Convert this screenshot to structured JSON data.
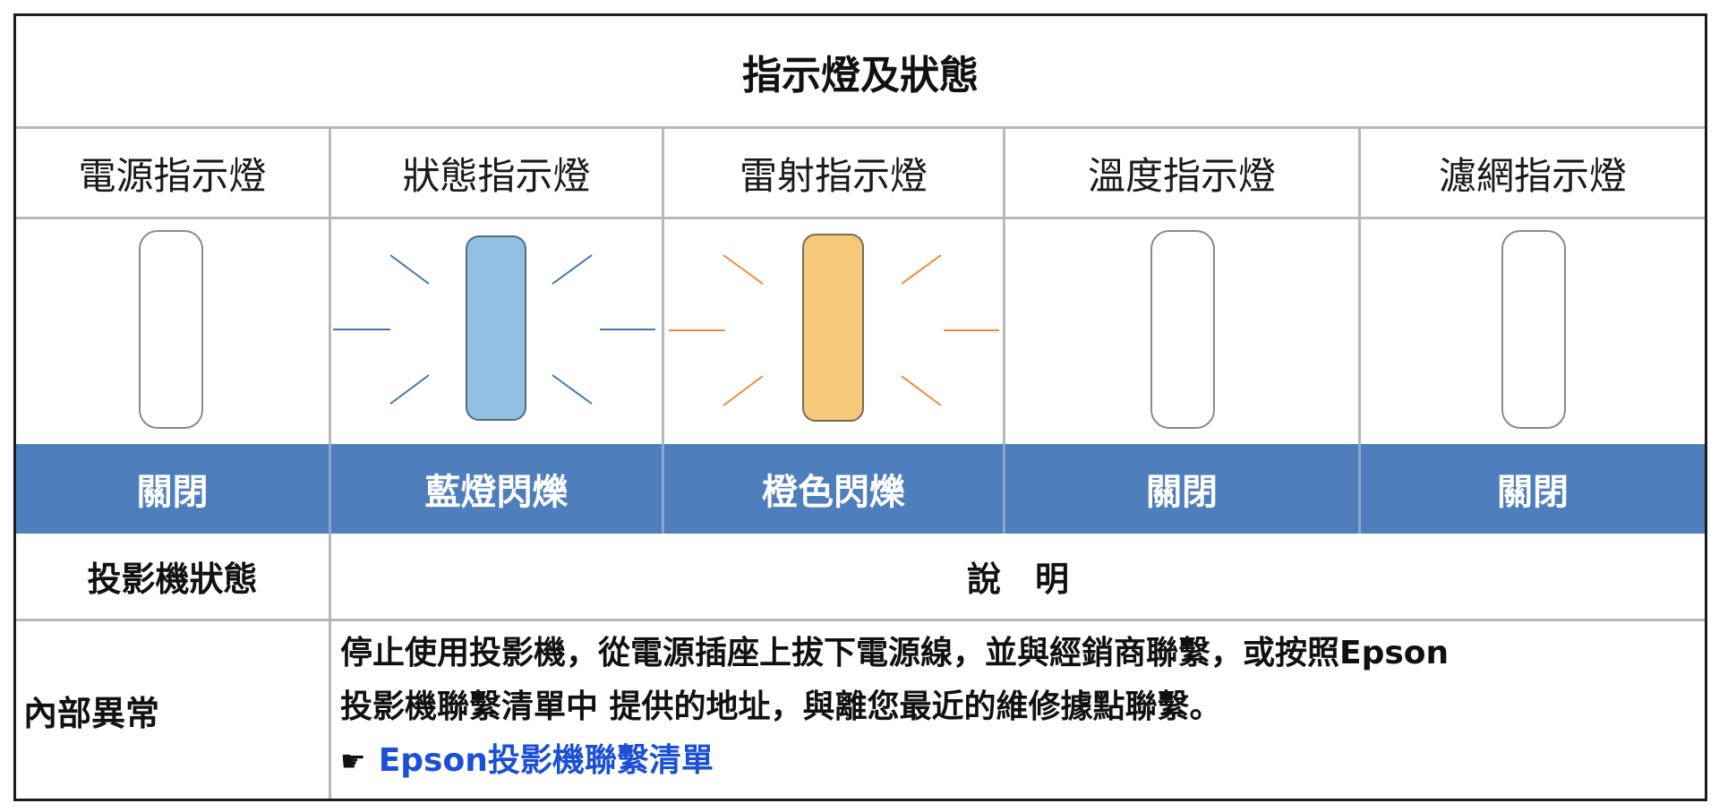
{
  "title": "指示燈及狀態",
  "indicators": [
    {
      "name": "電源指示燈",
      "status": "關閉",
      "lamp_color": "none",
      "blinking": false
    },
    {
      "name": "狀態指示燈",
      "status": "藍燈閃爍",
      "lamp_color": "#8fc1e3",
      "ray_color": "#3f75b4",
      "blinking": true
    },
    {
      "name": "雷射指示燈",
      "status": "橙色閃爍",
      "lamp_color": "#f6c87a",
      "ray_color": "#ef8a3c",
      "blinking": true
    },
    {
      "name": "溫度指示燈",
      "status": "關閉",
      "lamp_color": "none",
      "blinking": false
    },
    {
      "name": "濾網指示燈",
      "status": "關閉",
      "lamp_color": "none",
      "blinking": false
    }
  ],
  "status_bar_color": "#4e7fbc",
  "table_header": {
    "col1": "投影機狀態",
    "col2": "說　明"
  },
  "row": {
    "state": "內部異常",
    "description_line1": "停止使用投影機，從電源插座上拔下電源線，並與經銷商聯繫，或按照Epson",
    "description_line2": "投影機聯繫清單中 提供的地址，與離您最近的維修據點聯繫。",
    "pointer_icon": "☛",
    "link_text": "Epson投影機聯繫清單",
    "link_color": "#1a4fd6"
  }
}
